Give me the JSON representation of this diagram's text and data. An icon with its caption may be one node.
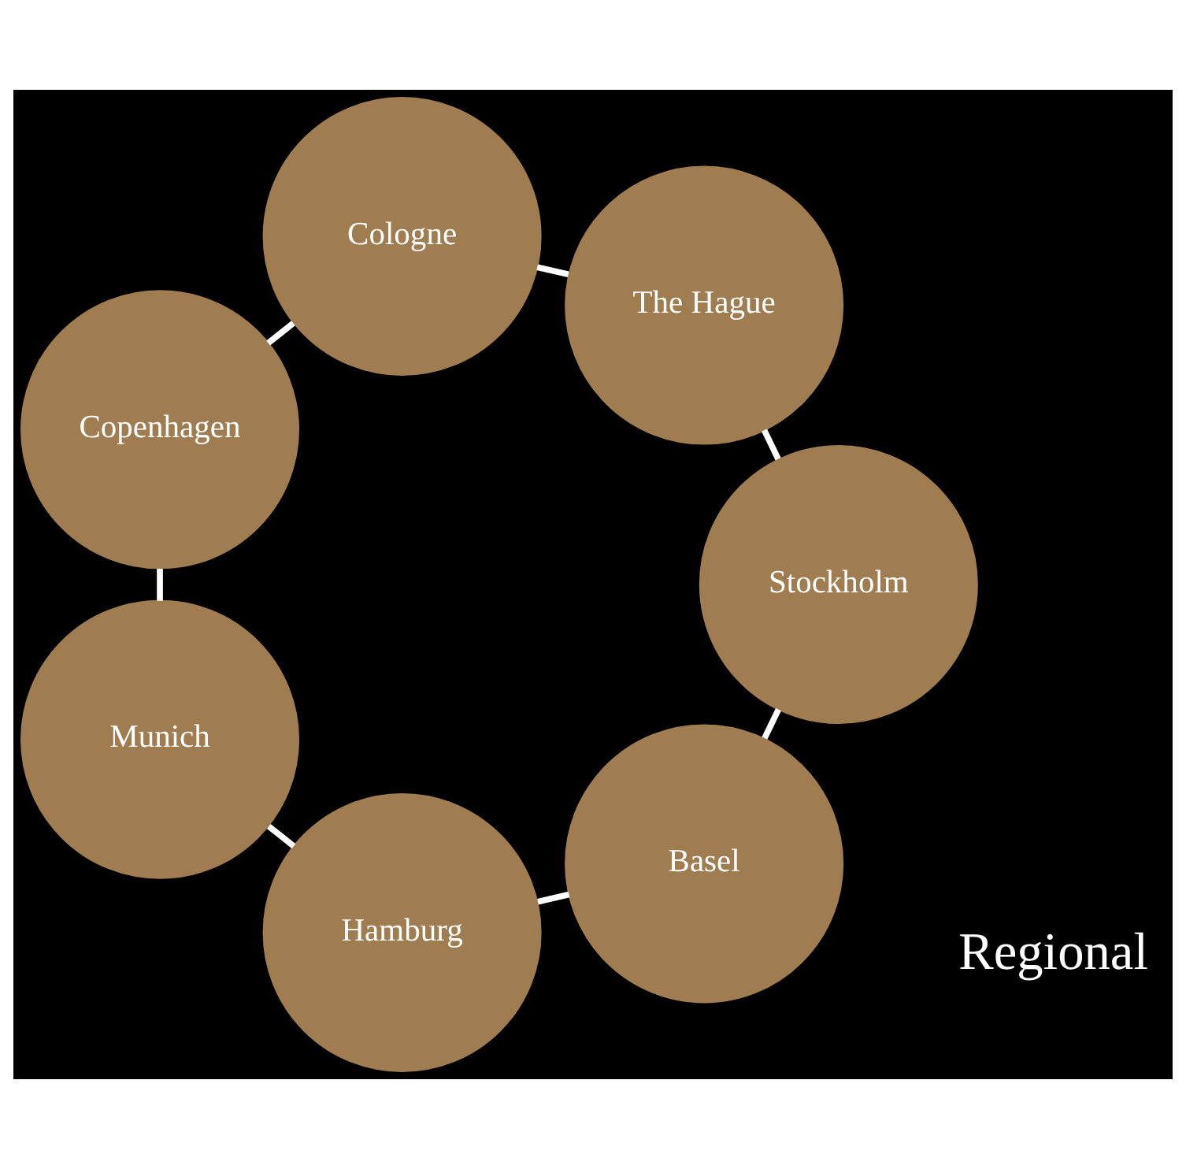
{
  "diagram": {
    "nodes": [
      {
        "text": [
          "Basel"
        ]
      },
      {
        "text": [
          "Hamburg"
        ]
      },
      {
        "text": [
          "Munich"
        ]
      },
      {
        "text": [
          "Copenhagen"
        ]
      },
      {
        "text": [
          "Cologne"
        ]
      },
      {
        "text": [
          "The Hague"
        ]
      },
      {
        "text": [
          "Stockholm"
        ]
      }
    ],
    "edges": [
      {
        "from": 0,
        "to": 1,
        "arrow": "none"
      },
      {
        "from": 1,
        "to": 2,
        "arrow": "none"
      },
      {
        "from": 2,
        "to": 3,
        "arrow": "none"
      },
      {
        "from": 3,
        "to": 4,
        "arrow": "none"
      },
      {
        "from": 4,
        "to": 5,
        "arrow": "none"
      },
      {
        "from": 5,
        "to": 6,
        "arrow": "none"
      },
      {
        "from": 6,
        "to": 0,
        "arrow": "none"
      }
    ],
    "labels": [
      "Regional"
    ]
  }
}
